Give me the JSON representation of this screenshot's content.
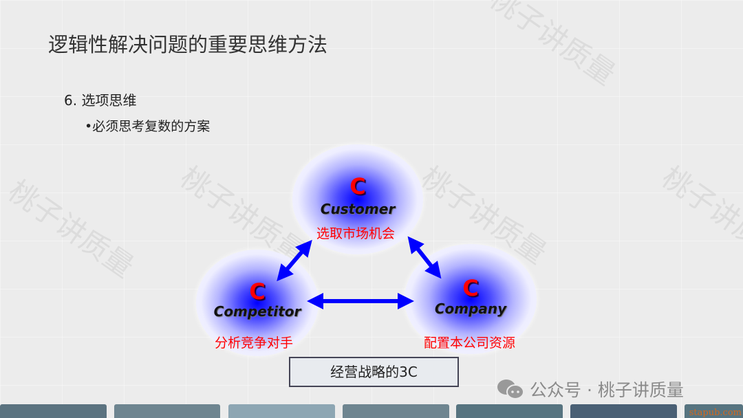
{
  "slide": {
    "title": "逻辑性解决问题的重要思维方法",
    "heading": "6. 选项思维",
    "bullet": "•必须思考复数的方案",
    "watermark": "桃子讲质量",
    "nodes": [
      {
        "letter": "C",
        "name": "Customer",
        "desc": "选取市场机会"
      },
      {
        "letter": "C",
        "name": "Competitor",
        "desc": "分析竞争对手"
      },
      {
        "letter": "C",
        "name": "Company",
        "desc": "配置本公司资源"
      }
    ],
    "caption": "经营战略的3C",
    "footer": {
      "wechat": "公众号 · 桃子讲质量",
      "site": "stapub.com"
    },
    "colors": {
      "arrow": "#0000ff",
      "accent": "#ff0000"
    }
  }
}
